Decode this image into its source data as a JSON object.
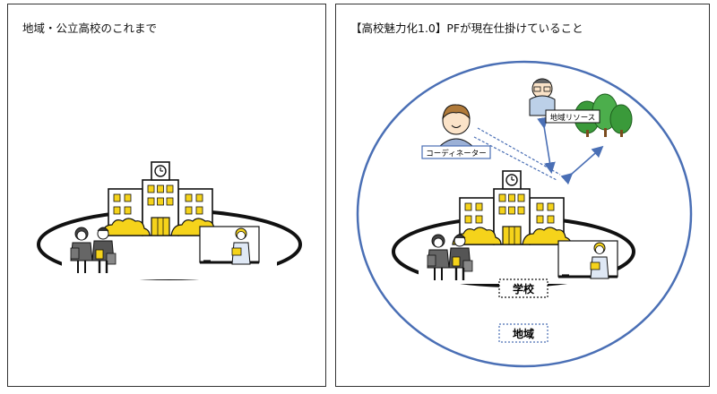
{
  "left_panel": {
    "title": "地域・公立高校のこれまで"
  },
  "right_panel": {
    "title": "【高校魅力化1.0】PFが現在仕掛けていること",
    "label_coordinator": "コーディネーター",
    "label_resource": "地域リソース",
    "label_school": "学校",
    "label_region": "地域"
  },
  "colors": {
    "accent_blue": "#4a6fb5",
    "building_yellow": "#f5d31b",
    "tree_green": "#3a9a3a"
  }
}
